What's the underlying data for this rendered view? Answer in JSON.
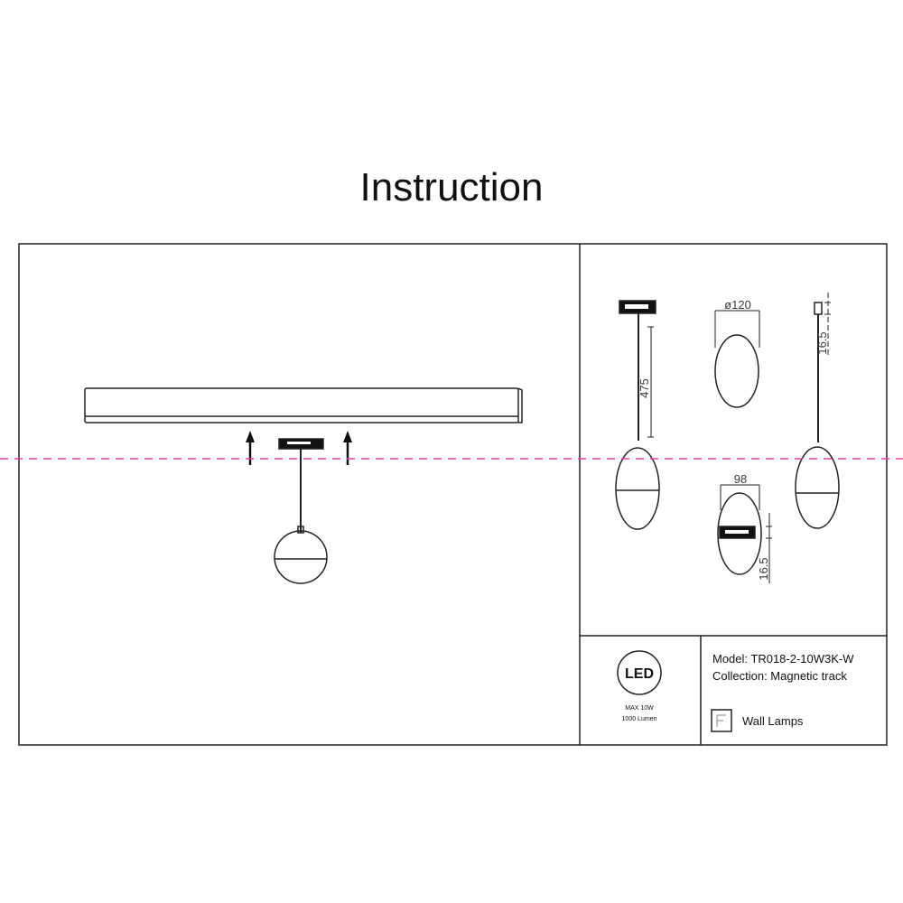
{
  "title": "Instruction",
  "dimensions": {
    "cord_length": "475",
    "diameter": "ø120",
    "width": "98",
    "connector_height_side": "16.5",
    "connector_height_bottom": "16.5"
  },
  "spec": {
    "led_badge": "LED",
    "max_power": "MAX 10W",
    "lumen": "1000 Lumen"
  },
  "info": {
    "model": "Model: TR018-2-10W3K-W",
    "collection": "Collection: Magnetic track",
    "category": "Wall Lamps"
  },
  "colors": {
    "guide_line": "#e0409f",
    "line": "#111111"
  }
}
